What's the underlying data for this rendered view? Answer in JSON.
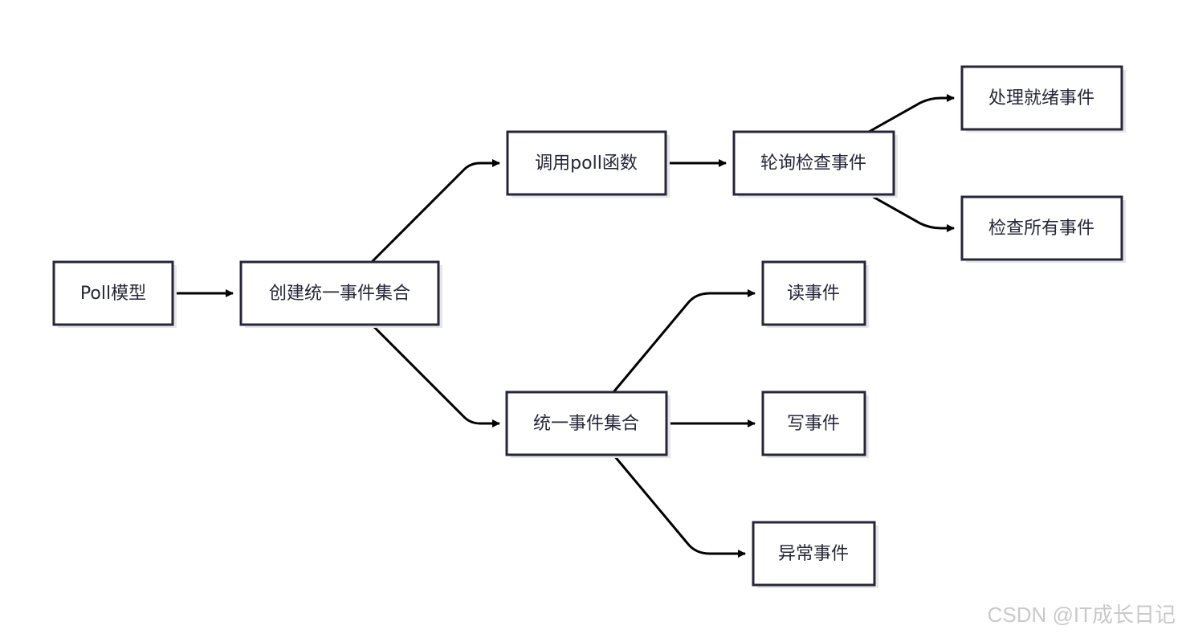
{
  "diagram": {
    "type": "flowchart",
    "colors": {
      "node_border": "#26263a",
      "node_fill": "#ffffff",
      "edge": "#000000",
      "text": "#26263a",
      "watermark": "#c9c9c9"
    },
    "nodes": {
      "poll_model": "Poll模型",
      "create_set": "创建统一事件集合",
      "call_poll": "调用poll函数",
      "poll_check": "轮询检查事件",
      "handle_ready": "处理就绪事件",
      "check_all": "检查所有事件",
      "unified_set": "统一事件集合",
      "read_event": "读事件",
      "write_event": "写事件",
      "error_event": "异常事件"
    },
    "edges": [
      {
        "from": "poll_model",
        "to": "create_set"
      },
      {
        "from": "create_set",
        "to": "call_poll"
      },
      {
        "from": "create_set",
        "to": "unified_set"
      },
      {
        "from": "call_poll",
        "to": "poll_check"
      },
      {
        "from": "poll_check",
        "to": "handle_ready"
      },
      {
        "from": "poll_check",
        "to": "check_all"
      },
      {
        "from": "unified_set",
        "to": "read_event"
      },
      {
        "from": "unified_set",
        "to": "write_event"
      },
      {
        "from": "unified_set",
        "to": "error_event"
      }
    ]
  },
  "watermark": "CSDN @IT成长日记"
}
